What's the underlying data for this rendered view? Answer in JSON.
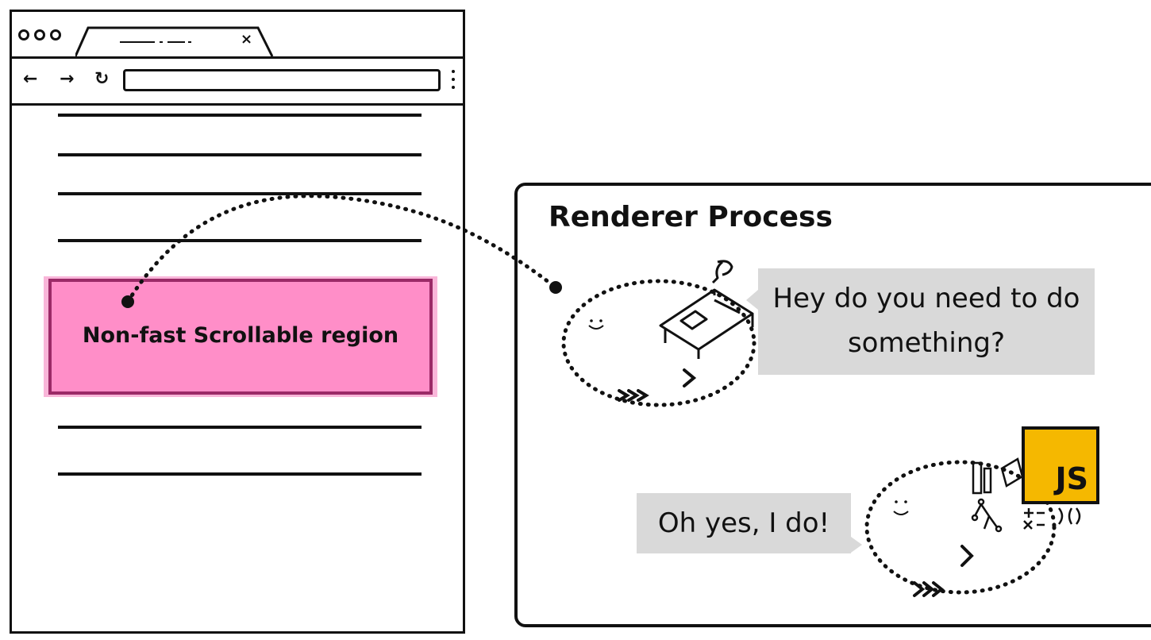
{
  "browser": {
    "tab_close": "×",
    "nav": {
      "back": "←",
      "forward": "→",
      "reload": "↻"
    }
  },
  "nfs_region": {
    "label": "Non-fast Scrollable region",
    "fill": "#ff8ec8",
    "border": "#9b2a67"
  },
  "renderer": {
    "title": "Renderer Process"
  },
  "conversation": {
    "question": "Hey do you need to do something?",
    "answer": "Oh yes, I do!"
  },
  "js_badge": {
    "text": "JS",
    "color": "#f5b800"
  },
  "icons": [
    "compositor-thread-icon",
    "main-thread-icon",
    "desk-icon",
    "tools-icon",
    "dotted-arrow-icon"
  ]
}
